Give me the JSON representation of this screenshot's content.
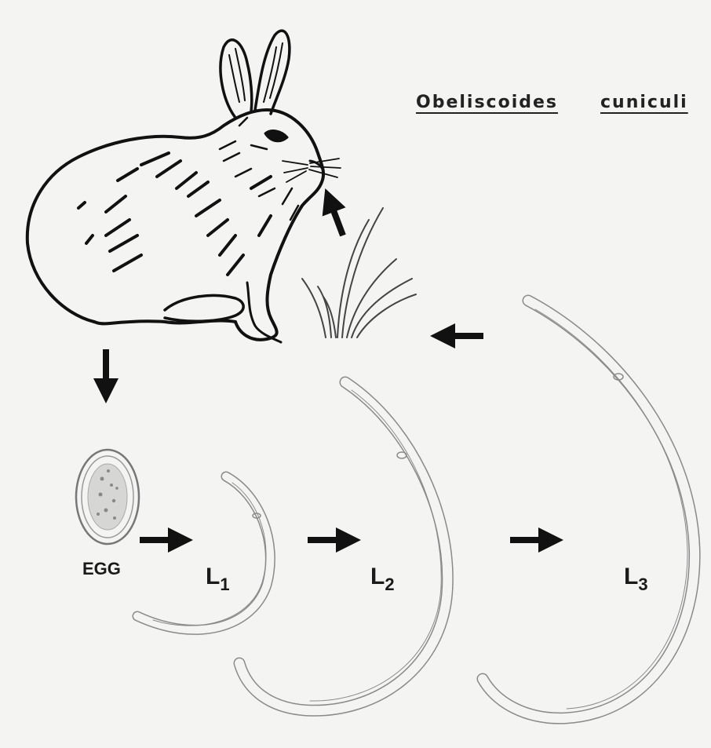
{
  "title": {
    "genus": "Obeliscoides",
    "species": "cuniculi"
  },
  "stages": {
    "egg": "EGG",
    "l1": {
      "letter": "L",
      "sub": "1"
    },
    "l2": {
      "letter": "L",
      "sub": "2"
    },
    "l3": {
      "letter": "L",
      "sub": "3"
    }
  }
}
